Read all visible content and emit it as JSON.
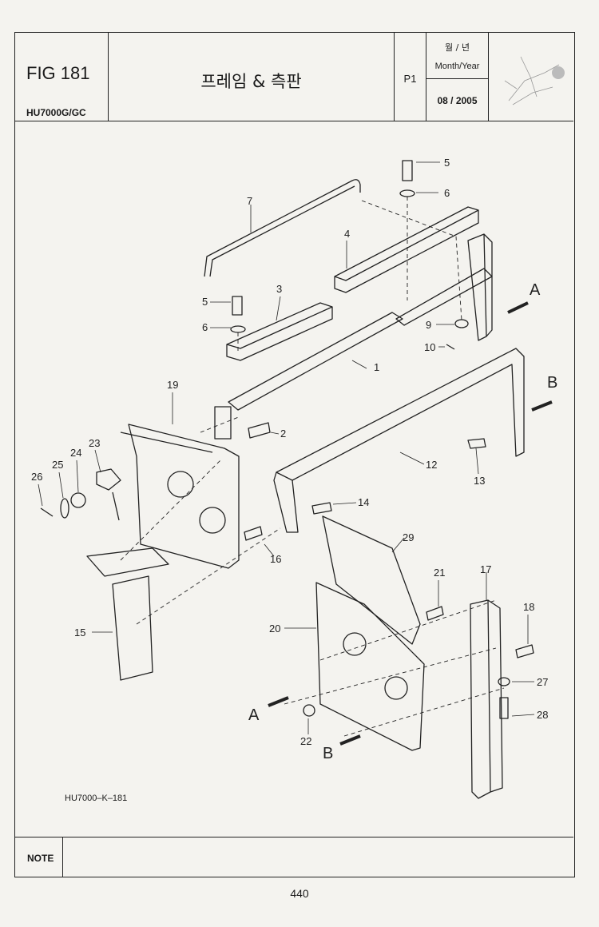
{
  "header": {
    "fig_label": "FIG 181",
    "model": "HU7000G/GC",
    "title": "프레임 & 측판",
    "page": "P1",
    "month_year_kr": "월 / 년",
    "month_year_en": "Month/Year",
    "date": "08 / 2005"
  },
  "callouts": [
    "1",
    "2",
    "3",
    "4",
    "5",
    "6",
    "7",
    "9",
    "10",
    "12",
    "13",
    "14",
    "15",
    "16",
    "17",
    "18",
    "19",
    "20",
    "21",
    "22",
    "23",
    "24",
    "25",
    "26",
    "27",
    "28",
    "29"
  ],
  "connectors": [
    "A",
    "B"
  ],
  "drawing_ref": "HU7000–K–181",
  "note_label": "NOTE",
  "page_number": "440"
}
